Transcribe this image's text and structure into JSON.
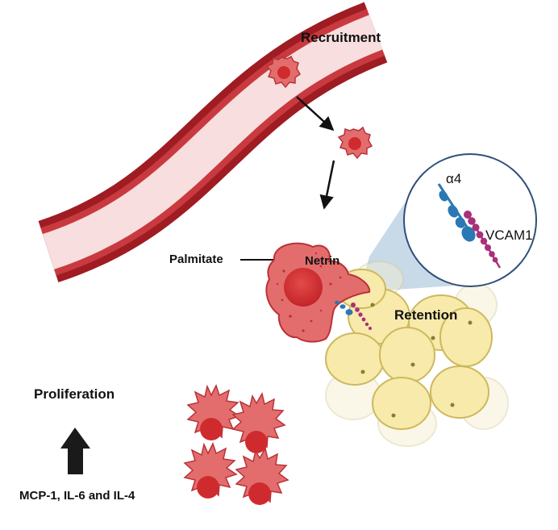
{
  "labels": {
    "recruitment": "Recruitment",
    "palmitate": "Palmitate",
    "netrin": "Netrin",
    "alpha4": "α4",
    "vcam1": "VCAM1",
    "retention": "Retention",
    "proliferation": "Proliferation",
    "cytokines": "MCP-1, IL-6 and IL-4"
  },
  "colors": {
    "vessel_wall": "#9e1c22",
    "vessel_inner": "#c83a3f",
    "vessel_lumen": "#f8dede",
    "cell_fill": "#e36d6d",
    "cell_edge": "#b93238",
    "nucleus": "#cf2b2e",
    "adipocyte_fill": "#f7eaab",
    "adipocyte_edge": "#cdb95c",
    "integrin": "#2a78b4",
    "vcam": "#a9307a",
    "zoom_cone": "#b6cde0",
    "zoom_border": "#2f4f7a"
  }
}
